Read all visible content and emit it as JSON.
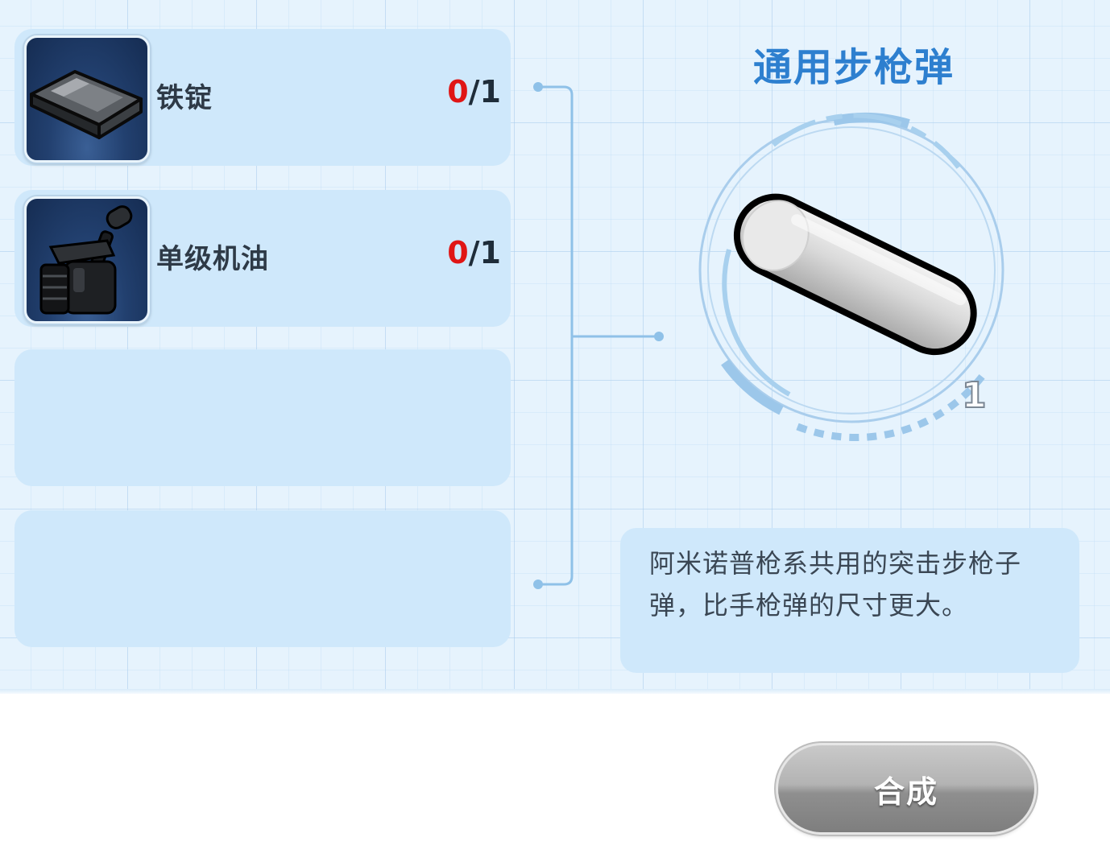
{
  "recipe": {
    "ingredients": [
      {
        "name": "铁锭",
        "have": "0",
        "need": "/1",
        "icon": "iron-ingot-icon"
      },
      {
        "name": "单级机油",
        "have": "0",
        "need": "/1",
        "icon": "oil-can-icon"
      }
    ],
    "empty_slots": 2
  },
  "result": {
    "title": "通用步枪弹",
    "quantity": "1",
    "icon": "rifle-bullet-icon",
    "description": "阿米诺普枪系共用的突击步枪子弹，比手枪弹的尺寸更大。"
  },
  "actions": {
    "craft_label": "合成"
  },
  "colors": {
    "panel_bg": "#e6f3fd",
    "slot_bg": "#cfe8fb",
    "title": "#2d7fcf",
    "missing_count": "#e01515",
    "button": "#a6a6a6"
  }
}
